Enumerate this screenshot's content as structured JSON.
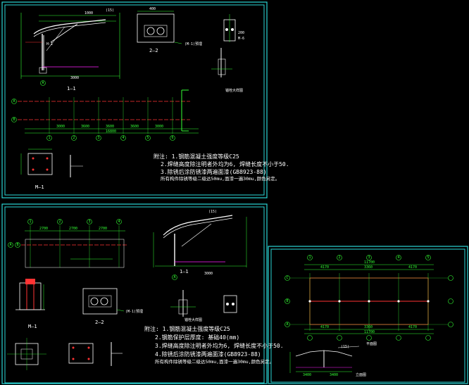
{
  "sheet1": {
    "view_title_section": "1—1",
    "view_title_base": "2—2",
    "view_title_plate": "M—1",
    "view_title_node": "锚栓大样图",
    "label_mj": "(M-1)预埋",
    "notes": [
      "附注: 1.钢筋混凝土强度等级C25",
      "2.焊缝高度除注明者外均为6, 焊缝长度不小于50.",
      "3.除锈后涂防锈漆两遍面漆(GB8923-88)",
      "所有构件除锈等级二级达50mu,面漆一遍30mu,颜色另定。"
    ],
    "plan_dims": [
      "3000",
      "3600",
      "3600",
      "3600",
      "3000"
    ],
    "plan_total": "16800",
    "axis_rows": [
      "A",
      "B"
    ],
    "axis_cols": [
      "1",
      "2",
      "3",
      "4",
      "5",
      "6"
    ]
  },
  "sheet2": {
    "view_title_section": "1—1",
    "view_title_base": "2—2",
    "view_title_plate": "M—1",
    "view_title_node": "锚栓大样图",
    "label_mj": "(M-1)预埋",
    "top_dims": [
      "2700",
      "2700",
      "2700"
    ],
    "axis_cols": [
      "1",
      "2",
      "3",
      "4"
    ],
    "axis_rows": [
      "A",
      "B"
    ],
    "notes": [
      "附注: 1.钢筋混凝土强度等级C25",
      "2.钢筋保护层厚度: 基础40(mm)",
      "3.焊缝高度除注明者外均为6, 焊缝长度不小于50.",
      "4.除锈后涂防锈漆两遍面漆(GB8923-88)",
      "所有构件除锈等级二级达50mu,面漆一遍30mu,颜色另定。"
    ]
  },
  "sheet3": {
    "total_dim_top": "11700",
    "total_dim_bottom": "11700",
    "span_dims_top": [
      "4170",
      "3360",
      "4170"
    ],
    "span_dims_bottom": [
      "4170",
      "3360",
      "4170"
    ],
    "axis_cols": [
      "1",
      "2",
      "3",
      "4",
      "5"
    ],
    "axis_rows": [
      "A",
      "B",
      "C"
    ],
    "plan_label": "平面图",
    "elevation_label": "立面图",
    "elev_dims": [
      "3400",
      "3400"
    ]
  },
  "colors": {
    "frame": "#2ad6d6",
    "line": "#ffffff",
    "green": "#33ff33",
    "red": "#ff2a2a",
    "yellow": "#ffff33",
    "magenta": "#ff33ff"
  }
}
